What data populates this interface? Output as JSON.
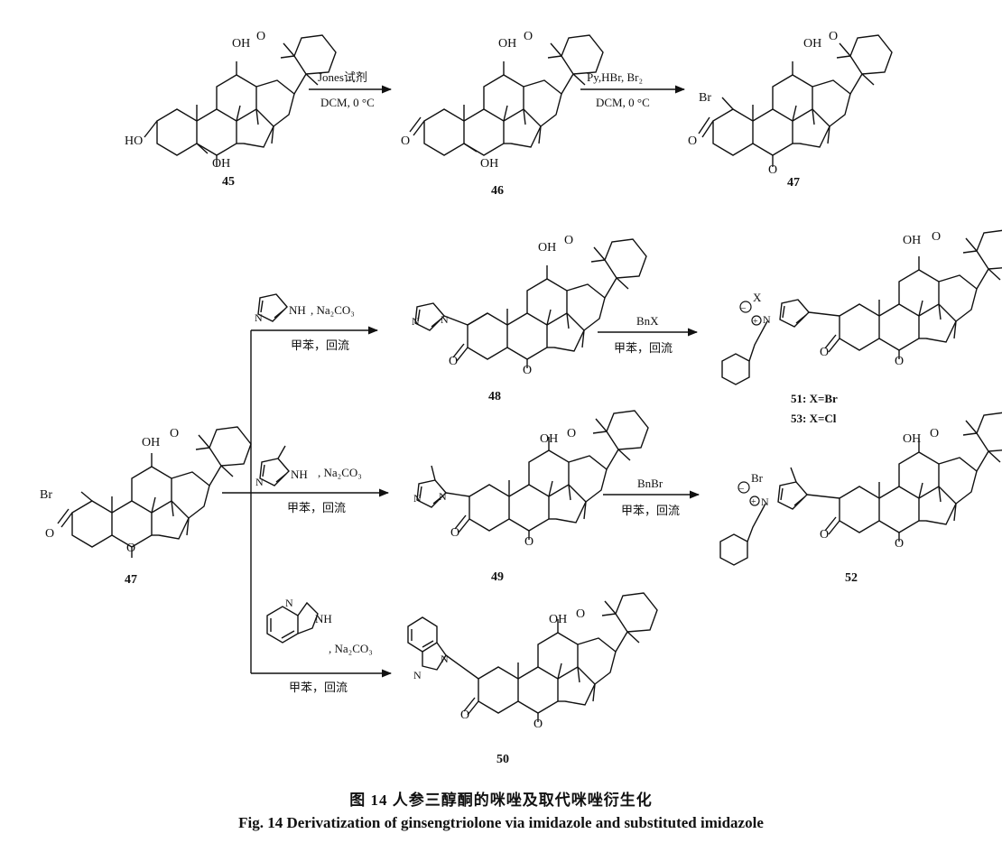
{
  "compounds": {
    "c45": "45",
    "c46": "46",
    "c47a": "47",
    "c47b": "47",
    "c48": "48",
    "c49": "49",
    "c50": "50",
    "c51": "51: X=Br",
    "c53": "53: X=Cl",
    "c52": "52"
  },
  "substituents": {
    "oh": "OH",
    "ho": "HO",
    "o": "O",
    "br": "Br",
    "nh": "NH",
    "x_minus": "X",
    "br_minus": "Br",
    "n": "N",
    "n_plus": "N"
  },
  "reactions": {
    "r1": {
      "above": "Jones试剂",
      "below": "DCM, 0 °C"
    },
    "r2": {
      "above": "Py,HBr, Br₂",
      "below": "DCM, 0 °C"
    },
    "r3": {
      "above": ", Na₂CO₃",
      "below": "甲苯，回流"
    },
    "r4": {
      "above": ", Na₂CO₃",
      "below": "甲苯，回流"
    },
    "r5": {
      "above": ", Na₂CO₃",
      "below": "甲苯，回流"
    },
    "r6": {
      "above": "BnX",
      "below": "甲苯，回流"
    },
    "r7": {
      "above": "BnBr",
      "below": "甲苯，回流"
    }
  },
  "caption": {
    "cn": "图 14   人参三醇酮的咪唑及取代咪唑衍生化",
    "en": "Fig. 14   Derivatization of ginsengtriolone via imidazole and substituted imidazole"
  }
}
